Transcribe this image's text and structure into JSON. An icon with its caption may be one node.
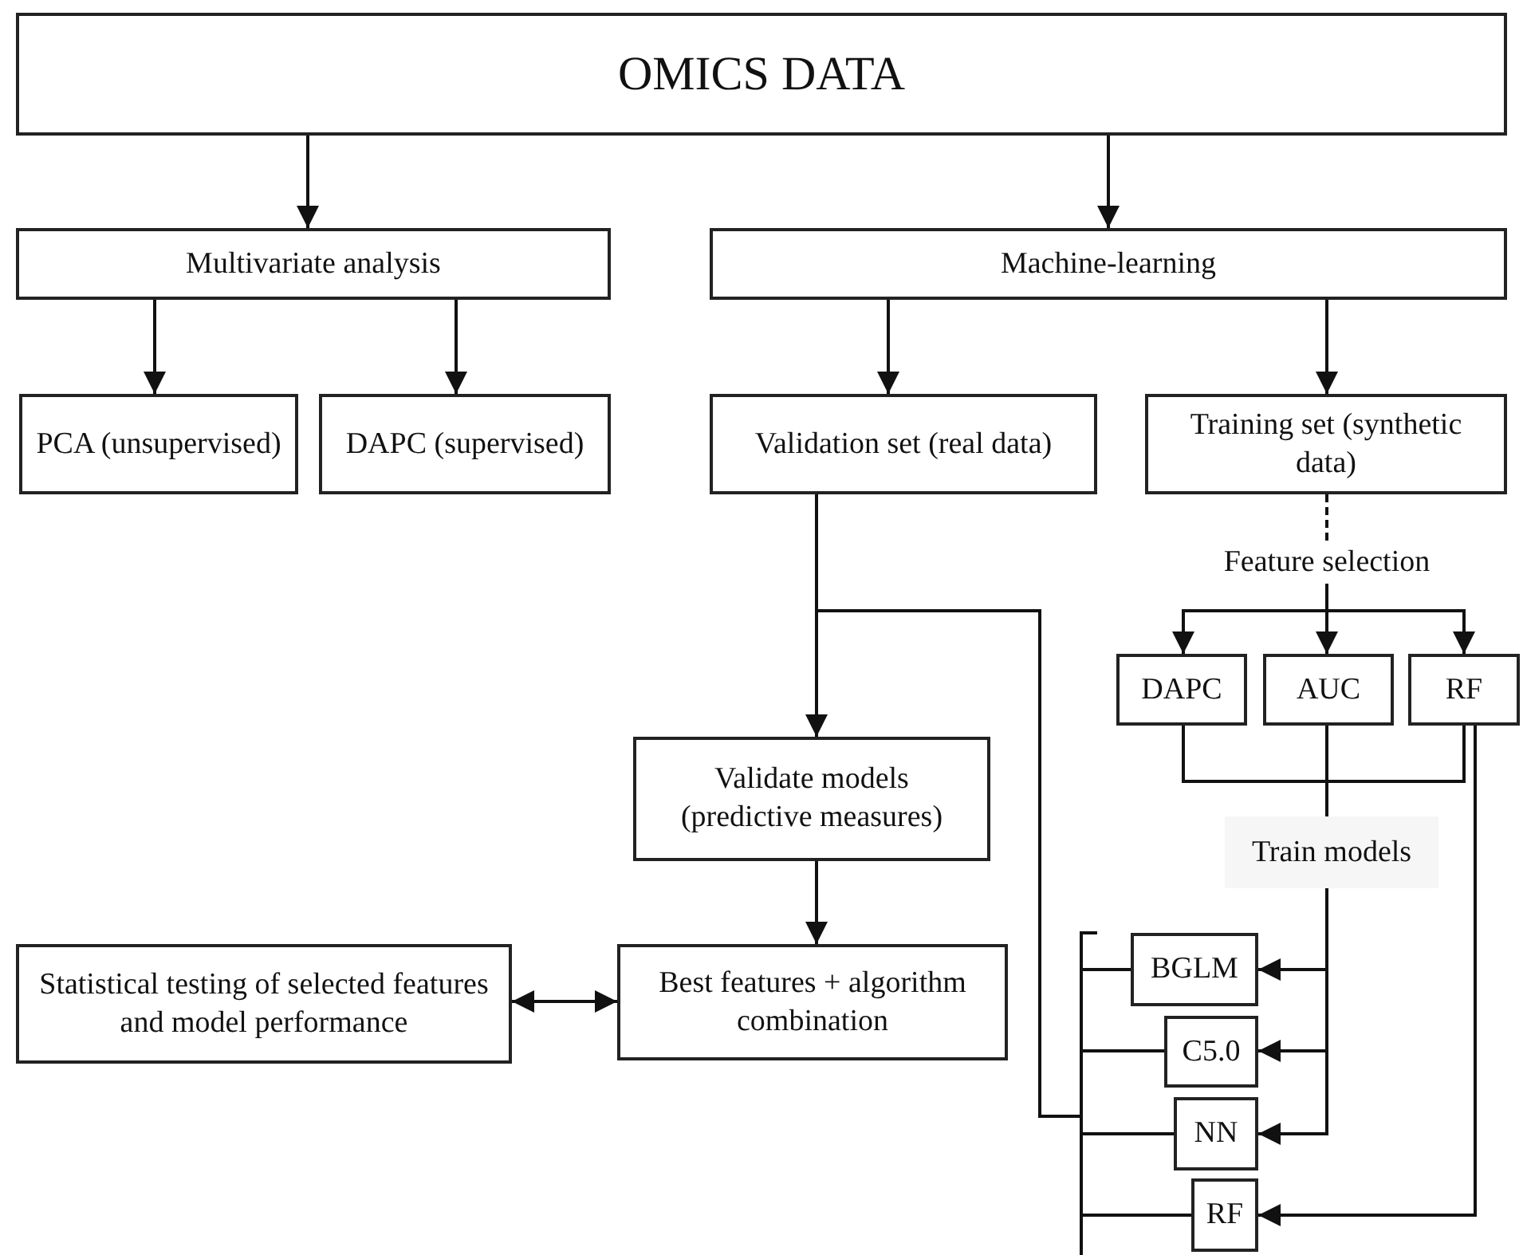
{
  "diagram": {
    "nodes": [
      {
        "text": [
          "OMICS DATA"
        ]
      },
      {
        "text": [
          "Multivariate analysis"
        ]
      },
      {
        "text": [
          "Machine-learning"
        ]
      },
      {
        "text": [
          "PCA (unsupervised)"
        ]
      },
      {
        "text": [
          "DAPC (supervised)"
        ]
      },
      {
        "text": [
          "Validation set (real data)"
        ]
      },
      {
        "text": [
          "Training set (synthetic data)"
        ]
      },
      {
        "text": [
          "Feature selection"
        ]
      },
      {
        "text": [
          "DAPC"
        ]
      },
      {
        "text": [
          "AUC"
        ]
      },
      {
        "text": [
          "RF"
        ]
      },
      {
        "text": [
          "Train models"
        ]
      },
      {
        "text": [
          "Validate models (predictive measures)"
        ]
      },
      {
        "text": [
          "Best features + algorithm combination"
        ]
      },
      {
        "text": [
          "Statistical testing of selected features and model performance"
        ]
      },
      {
        "text": [
          "BGLM"
        ]
      },
      {
        "text": [
          "C5.0"
        ]
      },
      {
        "text": [
          "NN"
        ]
      },
      {
        "text": [
          "RF"
        ]
      }
    ],
    "edges": [
      {
        "from": 0,
        "to": 1,
        "arrow": "to"
      },
      {
        "from": 0,
        "to": 2,
        "arrow": "to"
      },
      {
        "from": 1,
        "to": 3,
        "arrow": "to"
      },
      {
        "from": 1,
        "to": 4,
        "arrow": "to"
      },
      {
        "from": 2,
        "to": 5,
        "arrow": "to"
      },
      {
        "from": 2,
        "to": 6,
        "arrow": "to"
      },
      {
        "from": 6,
        "to": 7,
        "arrow": "none",
        "style": "dashed"
      },
      {
        "from": 7,
        "to": 8,
        "arrow": "to"
      },
      {
        "from": 7,
        "to": 9,
        "arrow": "to"
      },
      {
        "from": 7,
        "to": 10,
        "arrow": "to"
      },
      {
        "from": 8,
        "to": 11,
        "arrow": "none"
      },
      {
        "from": 9,
        "to": 11,
        "arrow": "none"
      },
      {
        "from": 10,
        "to": 11,
        "arrow": "none"
      },
      {
        "from": 10,
        "to": 18,
        "arrow": "to"
      },
      {
        "from": 11,
        "to": 15,
        "arrow": "to"
      },
      {
        "from": 11,
        "to": 16,
        "arrow": "to"
      },
      {
        "from": 11,
        "to": 17,
        "arrow": "to"
      },
      {
        "from": 5,
        "to": 12,
        "arrow": "to"
      },
      {
        "from": 12,
        "to": 13,
        "arrow": "to"
      },
      {
        "from": 13,
        "to": 14,
        "arrow": "both"
      },
      {
        "from": 5,
        "to": 15,
        "arrow": "none"
      },
      {
        "from": 5,
        "to": 16,
        "arrow": "none"
      },
      {
        "from": 5,
        "to": 17,
        "arrow": "none"
      },
      {
        "from": 5,
        "to": 18,
        "arrow": "none"
      }
    ]
  }
}
